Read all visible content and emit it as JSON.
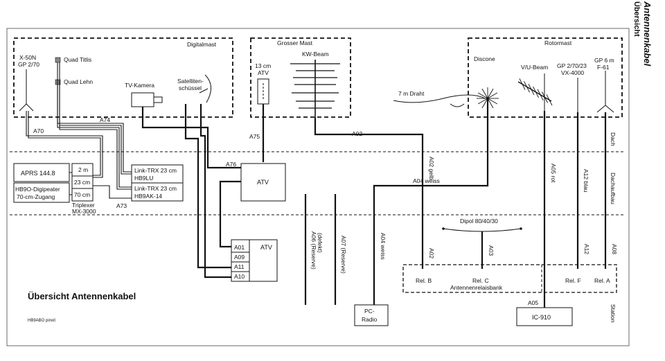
{
  "title": {
    "main": "Antennenkabel",
    "sub": "Übersicht"
  },
  "diagram_title": "Übersicht Antennenkabel",
  "credit": "HB9ABO pinxit",
  "zones": {
    "dach": "Dach",
    "dachaufbau": "Dachaufbau",
    "station": "Station"
  },
  "masts": {
    "digital": "Digitalmast",
    "grosser": "Grosser Mast",
    "rotor": "Rotormast"
  },
  "antennas": {
    "x50n_1": "X-50N",
    "x50n_2": "GP 2/70",
    "quad_titlis": "Quad Titlis",
    "quad_lehn": "Quad Lehn",
    "tv_kamera": "TV-Kamera",
    "sat_1": "Satelliten-",
    "sat_2": "schüssel",
    "atv13_1": "13 cm",
    "atv13_2": "ATV",
    "kw_beam": "KW-Beam",
    "draht": "7 m Draht",
    "discone": "Discone",
    "vu_beam": "V/U-Beam",
    "gp27023_1": "GP 2/70/23",
    "gp27023_2": "VX-4000",
    "gp6_1": "GP 6 m",
    "gp6_2": "F-61"
  },
  "devices": {
    "aprs": "APRS 144.8",
    "digi_1": "HB9O-Digipeater",
    "digi_2": "70-cm-Zugang",
    "tri_2m": "2 m",
    "tri_23": "23 cm",
    "tri_70": "70 cm",
    "triplexer_1": "Triplexer",
    "triplexer_2": "MX-3000",
    "link1_1": "Link-TRX 23 cm",
    "link1_2": "HB9LU",
    "link2_1": "Link-TRX 23 cm",
    "link2_2": "HB9AK-14",
    "atv": "ATV",
    "atv2": "ATV",
    "atv_ports": [
      "A01",
      "A09",
      "A11",
      "A10"
    ],
    "pc_radio_1": "PC-",
    "pc_radio_2": "Radio",
    "ic910": "IC-910",
    "dipol": "Dipol 80/40/30",
    "rel_b": "Rel. B",
    "rel_c": "Rel. C",
    "rel_f": "Rel. F",
    "rel_a": "Rel. A",
    "relaisbank": "Antennenrelaisbank"
  },
  "cables": {
    "a70": "A70",
    "a74": "A74",
    "a73": "A73",
    "a75": "A75",
    "a76": "A76",
    "a02": "A02",
    "a02_gelb": "A02 gelb",
    "a04_weiss": "A04 weiss",
    "a04_weiss_v": "A04 weiss",
    "a05_rot": "A05 rot",
    "a12_blau": "A12 blau",
    "a06": "A06 (Reserve)",
    "a06_defekt": "(defekt)",
    "a07": "A07 (Reserve)",
    "a02_low": "A02",
    "a03": "A03",
    "a12": "A12",
    "a08": "A08",
    "a05": "A05"
  }
}
